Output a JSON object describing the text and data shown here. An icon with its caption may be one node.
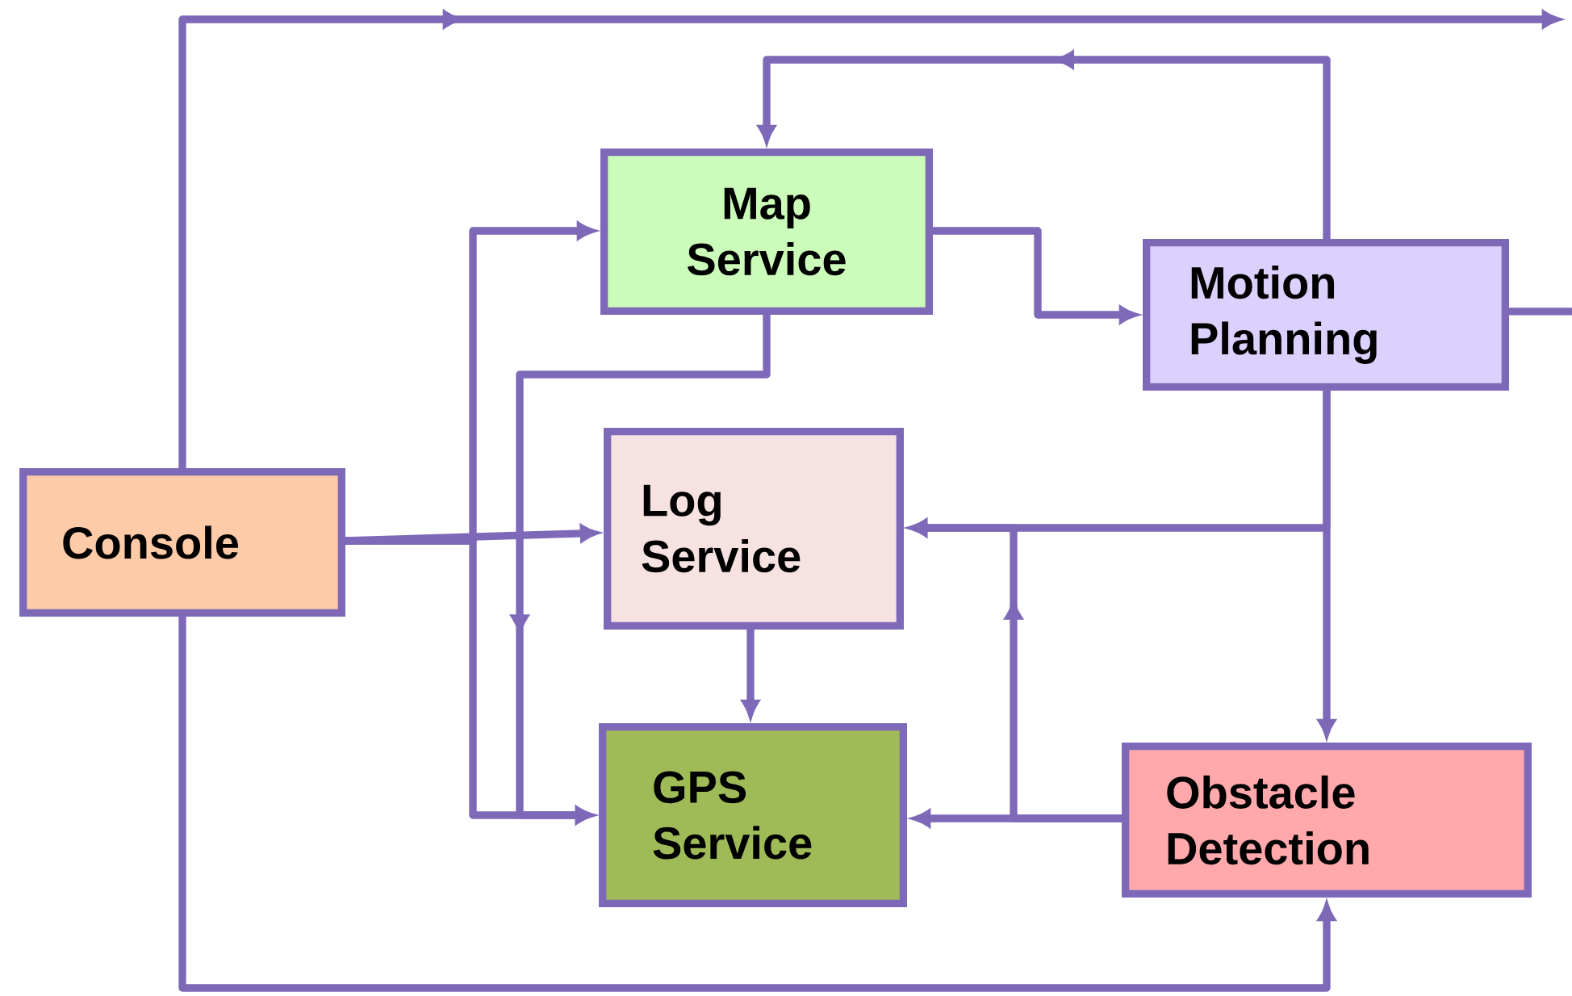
{
  "diagram": {
    "nodes": [
      {
        "text": [
          "Map Service"
        ]
      },
      {
        "text": [
          "Motion Planning"
        ]
      },
      {
        "text": [
          "Console"
        ]
      },
      {
        "text": [
          "Log Service"
        ]
      },
      {
        "text": [
          "GPS Service"
        ]
      },
      {
        "text": [
          "Obstacle Detection"
        ]
      }
    ],
    "edges": [
      {
        "from": 2,
        "to": null,
        "arrow": "to"
      },
      {
        "from": 1,
        "to": null,
        "arrow": "none"
      },
      {
        "from": 1,
        "to": 0,
        "arrow": "to"
      },
      {
        "from": 0,
        "to": 1,
        "arrow": "to"
      },
      {
        "from": 0,
        "to": 4,
        "arrow": "to"
      },
      {
        "from": 2,
        "to": 3,
        "arrow": "to"
      },
      {
        "from": 2,
        "to": 0,
        "arrow": "to"
      },
      {
        "from": 2,
        "to": 4,
        "arrow": "to"
      },
      {
        "from": 3,
        "to": 4,
        "arrow": "to"
      },
      {
        "from": 1,
        "to": 3,
        "arrow": "to"
      },
      {
        "from": 1,
        "to": 5,
        "arrow": "to"
      },
      {
        "from": 5,
        "to": 4,
        "arrow": "to"
      },
      {
        "from": 5,
        "to": 3,
        "arrow": "to"
      },
      {
        "from": 2,
        "to": 5,
        "arrow": "to"
      }
    ]
  }
}
